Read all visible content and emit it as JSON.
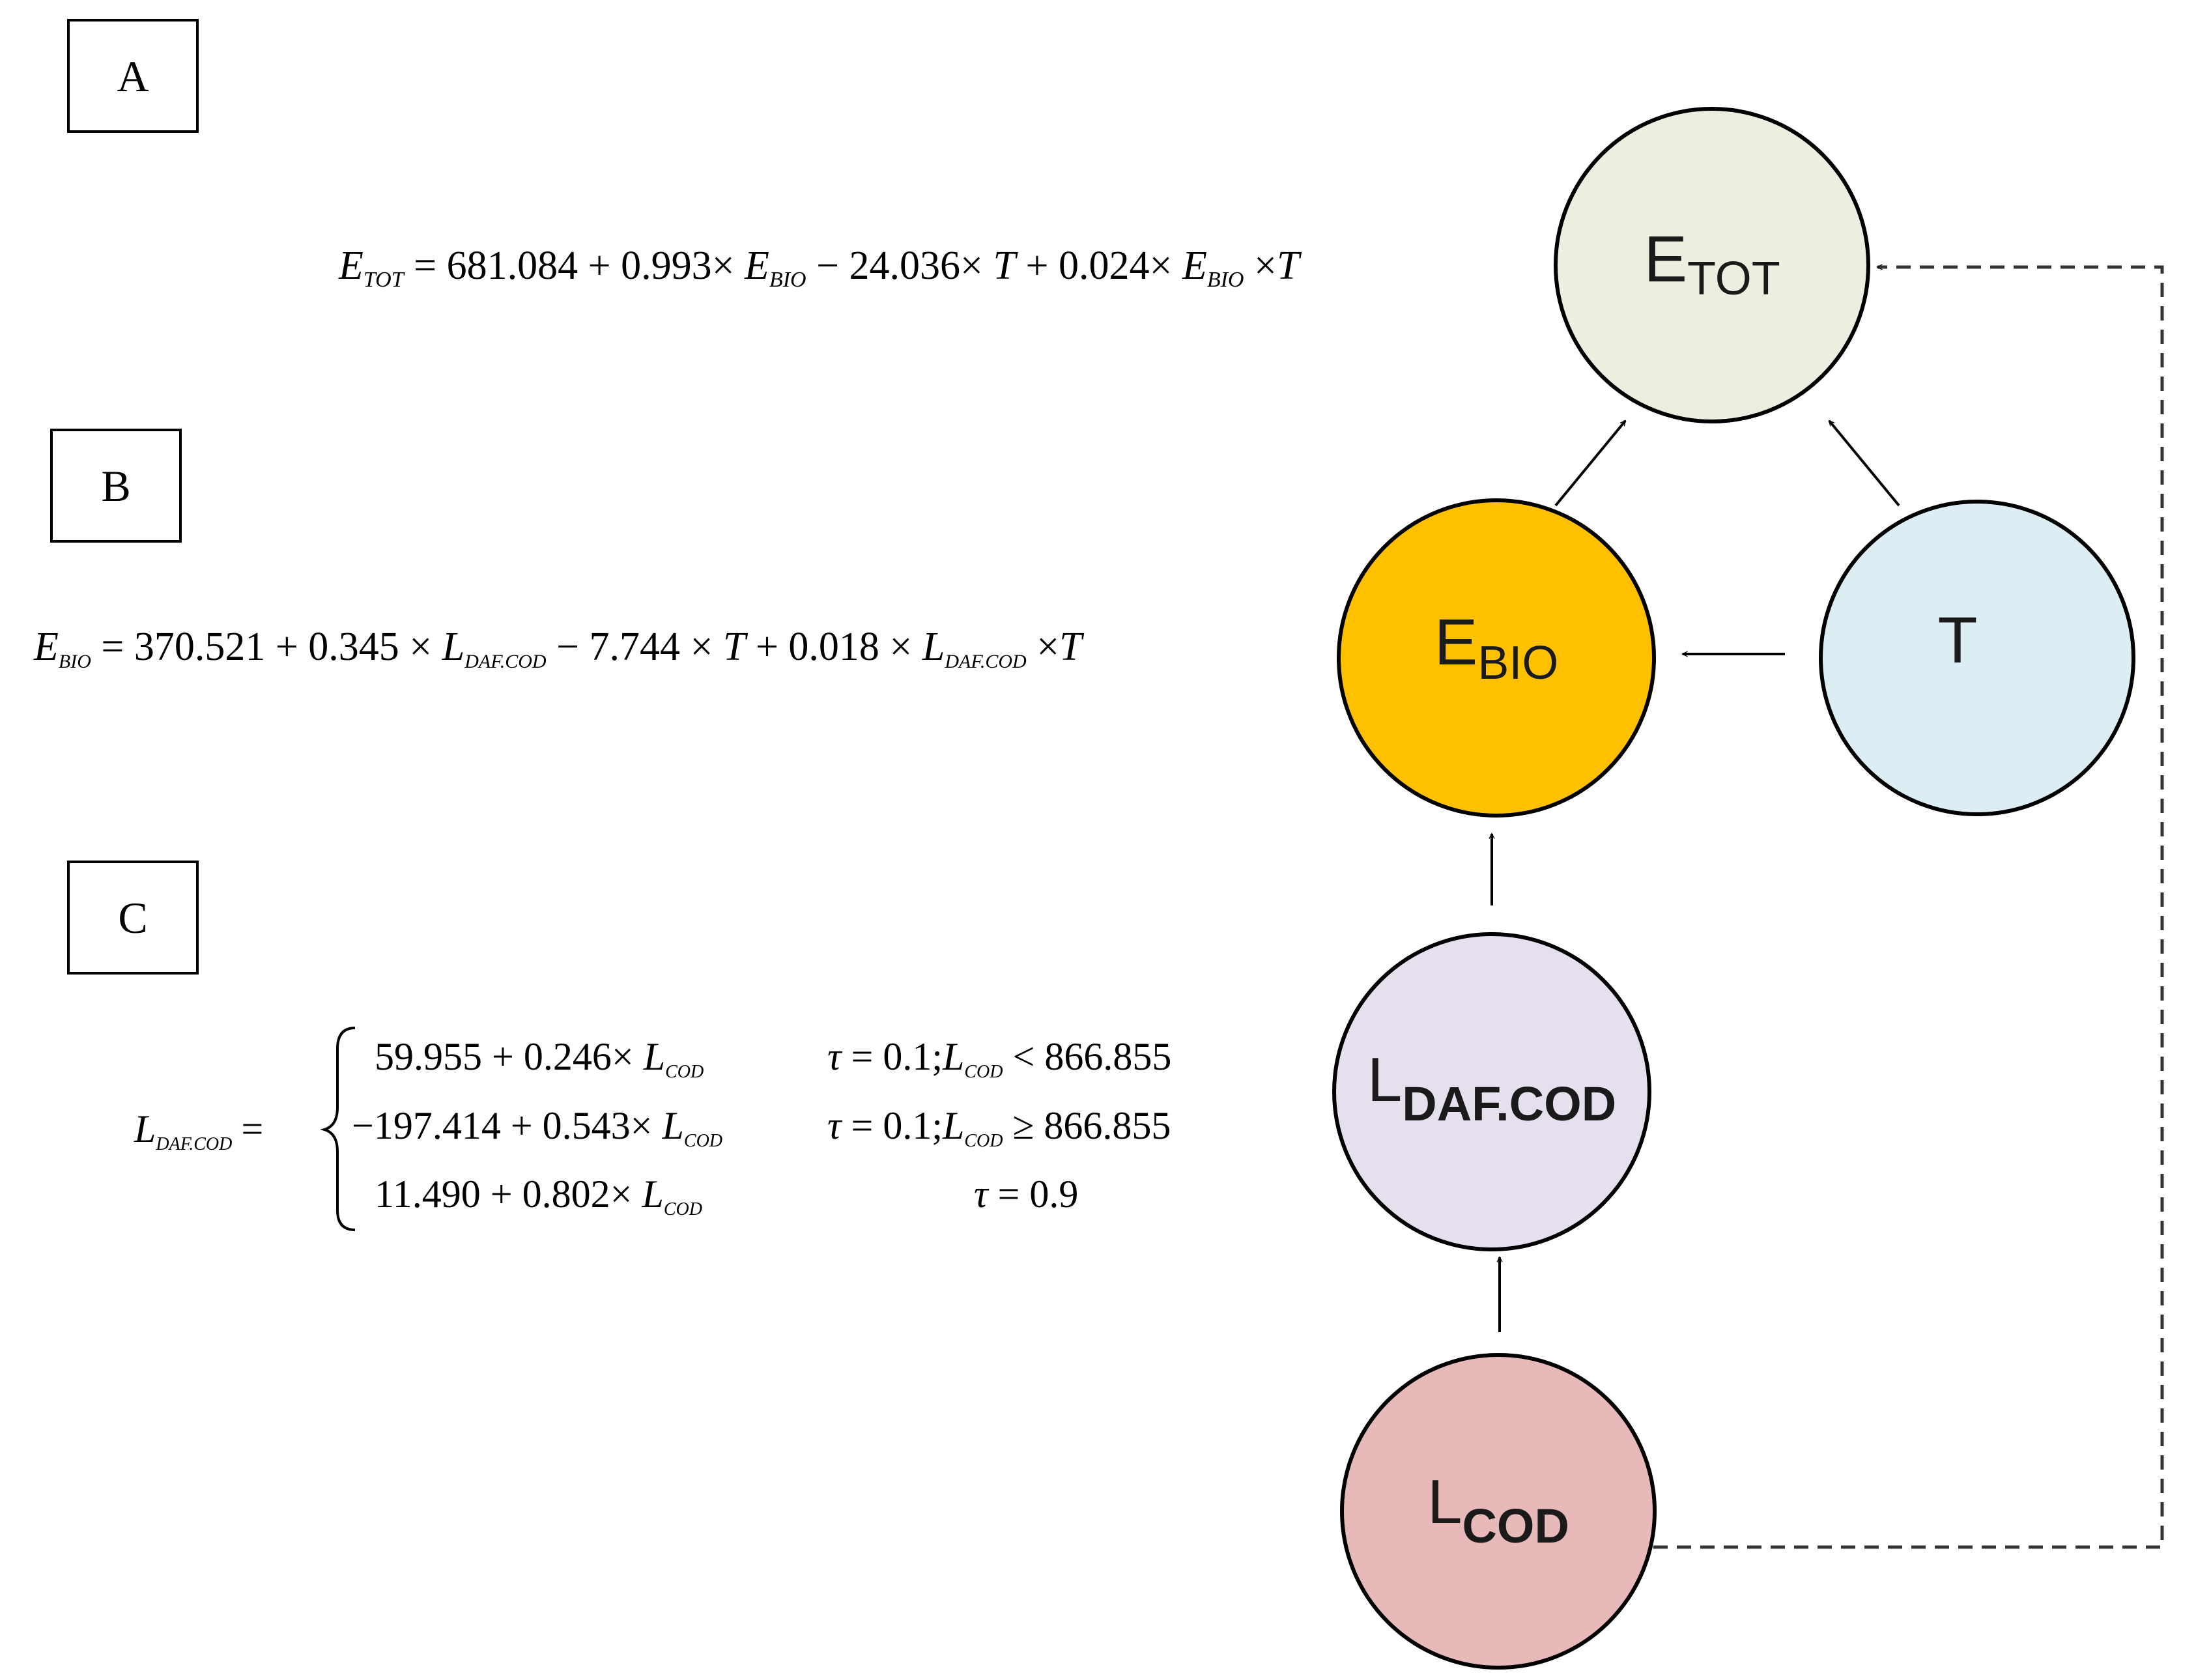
{
  "panels": {
    "a": "A",
    "b": "B",
    "c": "C"
  },
  "equations": {
    "a": {
      "lhs": "E",
      "lhs_sub": "TOT",
      "p1": " = 681.084 + 0.993× ",
      "v1": "E",
      "v1_sub": "BIO",
      "p2": " − 24.036× ",
      "v2": "T",
      "p3": " + 0.024× ",
      "v3": "E",
      "v3_sub": "BIO",
      "p4": " ×",
      "v4": "T"
    },
    "b": {
      "lhs": "E",
      "lhs_sub": "BIO",
      "p1": " = 370.521 + 0.345 × ",
      "v1": "L",
      "v1_sub": "DAF.COD",
      "p2": " − 7.744 × ",
      "v2": "T",
      "p3": " + 0.018 × ",
      "v3": "L",
      "v3_sub": "DAF.COD",
      "p4": " ×",
      "v4": "T"
    },
    "c": {
      "lhs": "L",
      "lhs_sub": "DAF.COD",
      "eqsign": "=",
      "rows": [
        {
          "expr": "59.955 + 0.246× ",
          "var": "L",
          "var_sub": "COD",
          "cond_tau": "τ",
          "cond_pre": " = 0.1;",
          "cond_var": "L",
          "cond_sub": "COD",
          "cond_post": " < 866.855"
        },
        {
          "expr": "−197.414 + 0.543× ",
          "var": "L",
          "var_sub": "COD",
          "cond_tau": "τ",
          "cond_pre": " = 0.1;",
          "cond_var": "L",
          "cond_sub": "COD",
          "cond_post": " ≥ 866.855"
        },
        {
          "expr": "11.490 + 0.802× ",
          "var": "L",
          "var_sub": "COD",
          "cond_tau": "τ",
          "cond_pre": " = 0.9",
          "cond_var": "",
          "cond_sub": "",
          "cond_post": ""
        }
      ]
    }
  },
  "nodes": {
    "etot": {
      "main": "E",
      "sub": "TOT",
      "fill": "#ebefdf"
    },
    "ebio": {
      "main": "E",
      "sub": "BIO",
      "fill": "#ffc000"
    },
    "t": {
      "main": "T",
      "sub": "",
      "fill": "#dcedf4"
    },
    "ldaf": {
      "main": "L",
      "sub": "DAF.COD",
      "fill": "#e6e0ee"
    },
    "lcod": {
      "main": "L",
      "sub": "COD",
      "fill": "#e7b9b9"
    }
  }
}
